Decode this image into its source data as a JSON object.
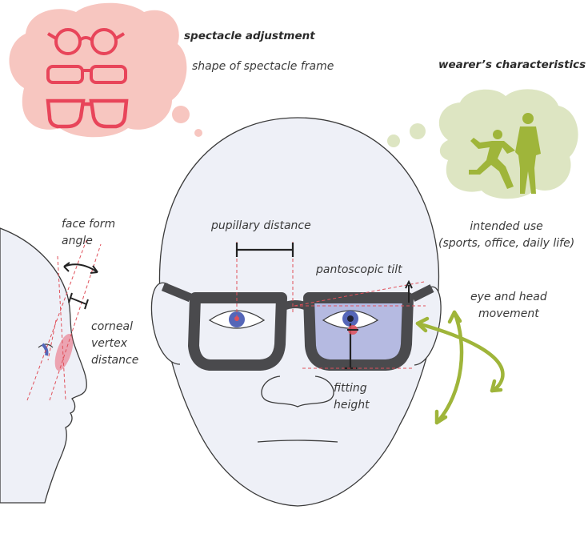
{
  "headings": {
    "spectacle_adjustment": "spectacle adjustment",
    "wearers_characteristics": "wearer’s characteristics"
  },
  "labels": {
    "shape_of_frame": "shape of spectacle frame",
    "pupillary_distance": "pupillary distance",
    "pantoscopic_tilt": "pantoscopic tilt",
    "face_form_angle": [
      "face form",
      "angle"
    ],
    "corneal_vertex_distance": [
      "corneal",
      "vertex",
      "distance"
    ],
    "fitting_height": [
      "fitting",
      "height"
    ],
    "eye_head_movement": [
      "eye and head",
      "movement"
    ],
    "intended_use": [
      "intended use",
      "(sports, office, daily life)"
    ]
  },
  "colors": {
    "face_fill": "#eef0f7",
    "outline": "#3b3b3b",
    "frame": "#4a4a4d",
    "pink_cloud": "#f7c6c0",
    "pink_frame": "#e8455a",
    "green_cloud": "#dde5c2",
    "olive": "#9fb53a",
    "iris": "#5566b8",
    "lens_tint": "#aab0dd",
    "guide_red": "#e0505a"
  },
  "icons": {
    "frame_shapes": [
      "round-frame-icon",
      "rectangular-frame-icon",
      "wayfarer-frame-icon"
    ],
    "wearer_figures": [
      "runner-silhouette-icon",
      "standing-man-silhouette-icon"
    ]
  }
}
